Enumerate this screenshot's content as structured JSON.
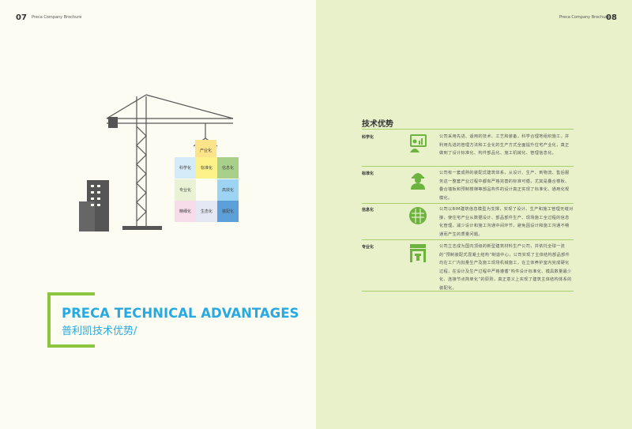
{
  "left": {
    "page_number": "07",
    "brochure_title": "Preca Company Brochure",
    "title_en": "PRECA TECHNICAL ADVANTAGES",
    "title_cn": "普利凯技术优势/",
    "grid": {
      "top": "产业化",
      "cells": [
        "科学化",
        "标准化",
        "信息化",
        "专业化",
        "高效化",
        "精细化",
        "生态化",
        "装配化"
      ]
    }
  },
  "right": {
    "page_number": "08",
    "brochure_title": "Preca Company Brochure",
    "section_title": "技术优势",
    "rows": [
      {
        "label": "科学化",
        "icon": "presentation-chart-icon",
        "text": "公司采用先进、适用的技术、工艺和装备，科学合理地组织施工，并利用先进的管理方法和工业化的生产方式全面提升住宅产业化，真正做到了设计标准化、构件部品化、施工机械化、管理信息化。"
      },
      {
        "label": "标准化",
        "icon": "worker-helmet-icon",
        "text": "公司有一套成熟的装配式建筑体系，从设计、生产、到物流、售后服务这一整套产业过程中都有严格完善的标准可循，尤其是叠合楼板、叠合墙板和预制楼梯等部品构件的设计真正实现了标准化、通用化规模化。"
      },
      {
        "label": "信息化",
        "icon": "globe-icon",
        "text": "公司以BIM建筑信息模型为支撑，实现了设计、生产和施工管理无缝对接，使住宅产业从数据设计、部品部件生产、现场施工全过程的信息化管理，减少设计和施工沟通中间环节，避免因设计和施工沟通不畅通而产生的质量问题。"
      },
      {
        "label": "专业化",
        "icon": "factory-icon",
        "text": "公司立志成为国内顶级的新型建筑材料生产公司，并依托全球一流的“预制装配式混凝土结构”制造中心，公司实现了主体结构部品部件均在工厂内批量生产及施工现场机械施工，在立体养护室内完成硬化过程，在设计及生产过程中严格遵循“构件设计标准化、模具数量最少化、连接节点简单化”的原则，真正意义上实现了建筑主体结构体系的装配化。"
      }
    ]
  },
  "colors": {
    "accent_green": "#8cc63f",
    "accent_blue": "#27a9e1"
  }
}
